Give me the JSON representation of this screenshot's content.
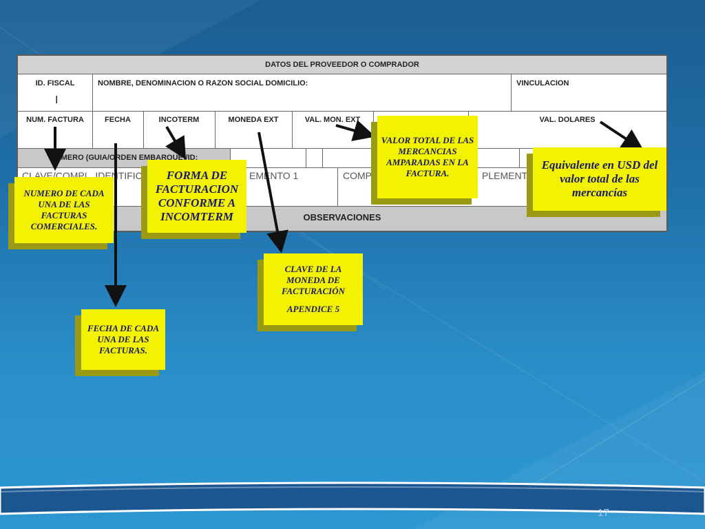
{
  "form": {
    "title": "DATOS DEL PROVEEDOR O COMPRADOR",
    "row1": {
      "id_fiscal": "ID. FISCAL",
      "nombre": "NOMBRE, DENOMINACION O RAZON SOCIAL DOMICILIO:",
      "vinculacion": "VINCULACION",
      "id_value": "I"
    },
    "row2": {
      "num_factura": "NUM. FACTURA",
      "fecha": "FECHA",
      "incoterm": "INCOTERM",
      "moneda_ext": "MONEDA EXT",
      "val_mon_ext": "VAL. MON. EXT",
      "val_dolares": "VAL. DOLARES"
    },
    "row3": {
      "numero_guia": "NUMERO (GUIA/ORDEN EMBARQUE)/ID:"
    },
    "row4": {
      "clave_compl": "CLAVE/COMPL. IDENTIFIC",
      "complemento1": "EMENTO 1",
      "comp": "COMP",
      "complemento": "PLEMENTO"
    },
    "observaciones": "OBSERVACIONES"
  },
  "notes": {
    "numero_factura": "NUMERO DE CADA UNA DE LAS FACTURAS COMERCIALES.",
    "forma_facturacion": "FORMA DE FACTURACION CONFORME A INCOMTERM",
    "fecha_facturas": "FECHA DE CADA UNA DE LAS FACTURAS.",
    "clave_moneda": "CLAVE DE LA MONEDA DE FACTURACIÓN",
    "apendice": "APENDICE 5",
    "valor_total": "VALOR TOTAL DE LAS MERCANCIAS AMPARADAS EN LA FACTURA.",
    "equivalente_usd": "Equivalente en USD del valor total de las mercancías"
  },
  "page_number": "17",
  "colors": {
    "note_fill": "#f3f200",
    "note_shadow": "#9a9a14",
    "note_text": "#1a1a6a",
    "background": "#1f6fa8"
  }
}
